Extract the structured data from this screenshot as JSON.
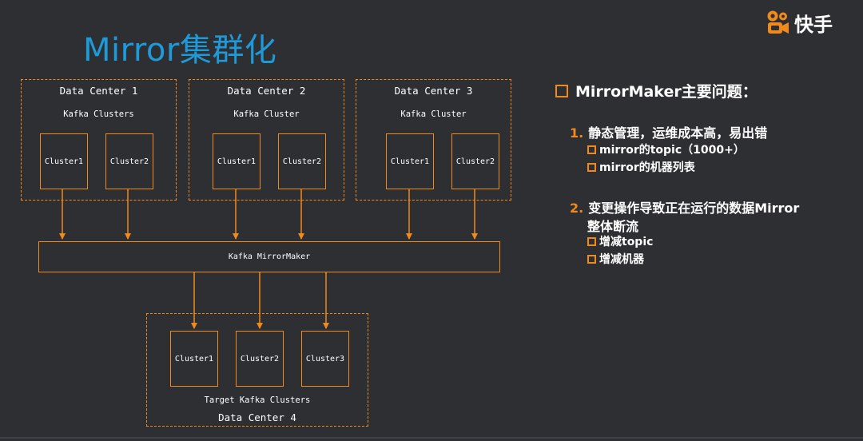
{
  "slide": {
    "title": "Mirror集群化",
    "logo_text": "快手",
    "accent_color": "#f08a1c",
    "title_color": "#1e9ad8"
  },
  "diagram": {
    "source_centers": [
      {
        "title": "Data Center 1",
        "subtitle": "Kafka Clusters",
        "clusters": [
          "Cluster1",
          "Cluster2"
        ]
      },
      {
        "title": "Data Center 2",
        "subtitle": "Kafka Cluster",
        "clusters": [
          "Cluster1",
          "Cluster2"
        ]
      },
      {
        "title": "Data Center 3",
        "subtitle": "Kafka Cluster",
        "clusters": [
          "Cluster1",
          "Cluster2"
        ]
      }
    ],
    "mirror_maker": "Kafka MirrorMaker",
    "target_center": {
      "title": "Data Center 4",
      "subtitle": "Target Kafka Clusters",
      "clusters": [
        "Cluster1",
        "Cluster2",
        "Cluster3"
      ]
    }
  },
  "panel": {
    "heading": "MirrorMaker主要问题：",
    "items": [
      {
        "number": "1.",
        "text": "静态管理，运维成本高，易出错",
        "subs": [
          "mirror的topic（1000+）",
          "mirror的机器列表"
        ]
      },
      {
        "number": "2.",
        "text_line1": "变更操作导致正在运行的数据Mirror",
        "text_line2": "整体断流",
        "subs": [
          "增减topic",
          "增减机器"
        ]
      }
    ]
  }
}
